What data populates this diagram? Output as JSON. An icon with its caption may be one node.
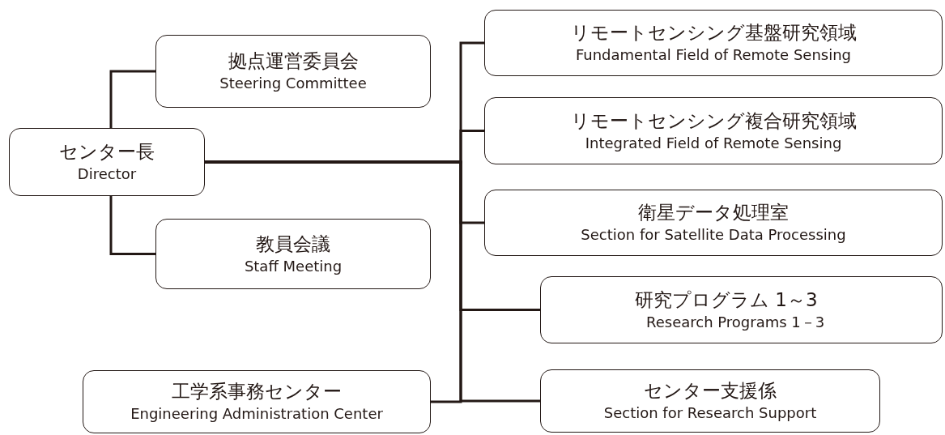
{
  "diagram": {
    "nodes": [
      {
        "text": [
          "センター長",
          "Director"
        ]
      },
      {
        "text": [
          "拠点運営委員会",
          "Steering Committee"
        ]
      },
      {
        "text": [
          "教員会議",
          "Staff Meeting"
        ]
      },
      {
        "text": [
          "リモートセンシング基盤研究領域",
          "Fundamental Field of Remote Sensing"
        ]
      },
      {
        "text": [
          "リモートセンシング複合研究領域",
          "Integrated Field of Remote Sensing"
        ]
      },
      {
        "text": [
          "衛星データ処理室",
          "Section for Satellite Data Processing"
        ]
      },
      {
        "text": [
          "研究プログラム 1～3",
          "Research Programs 1－3"
        ]
      },
      {
        "text": [
          "センター支援係",
          "Section for Research Support"
        ]
      },
      {
        "text": [
          "工学系事務センター",
          "Engineering Administration Center"
        ]
      }
    ],
    "edges": [
      {
        "from": 0,
        "to": 1,
        "arrow": "none"
      },
      {
        "from": 0,
        "to": 2,
        "arrow": "none"
      },
      {
        "from": 0,
        "to": 3,
        "arrow": "none"
      },
      {
        "from": 0,
        "to": 4,
        "arrow": "none"
      },
      {
        "from": 0,
        "to": 5,
        "arrow": "none"
      },
      {
        "from": 0,
        "to": 6,
        "arrow": "none"
      },
      {
        "from": 0,
        "to": 7,
        "arrow": "none"
      },
      {
        "from": 0,
        "to": 8,
        "arrow": "none"
      }
    ]
  }
}
